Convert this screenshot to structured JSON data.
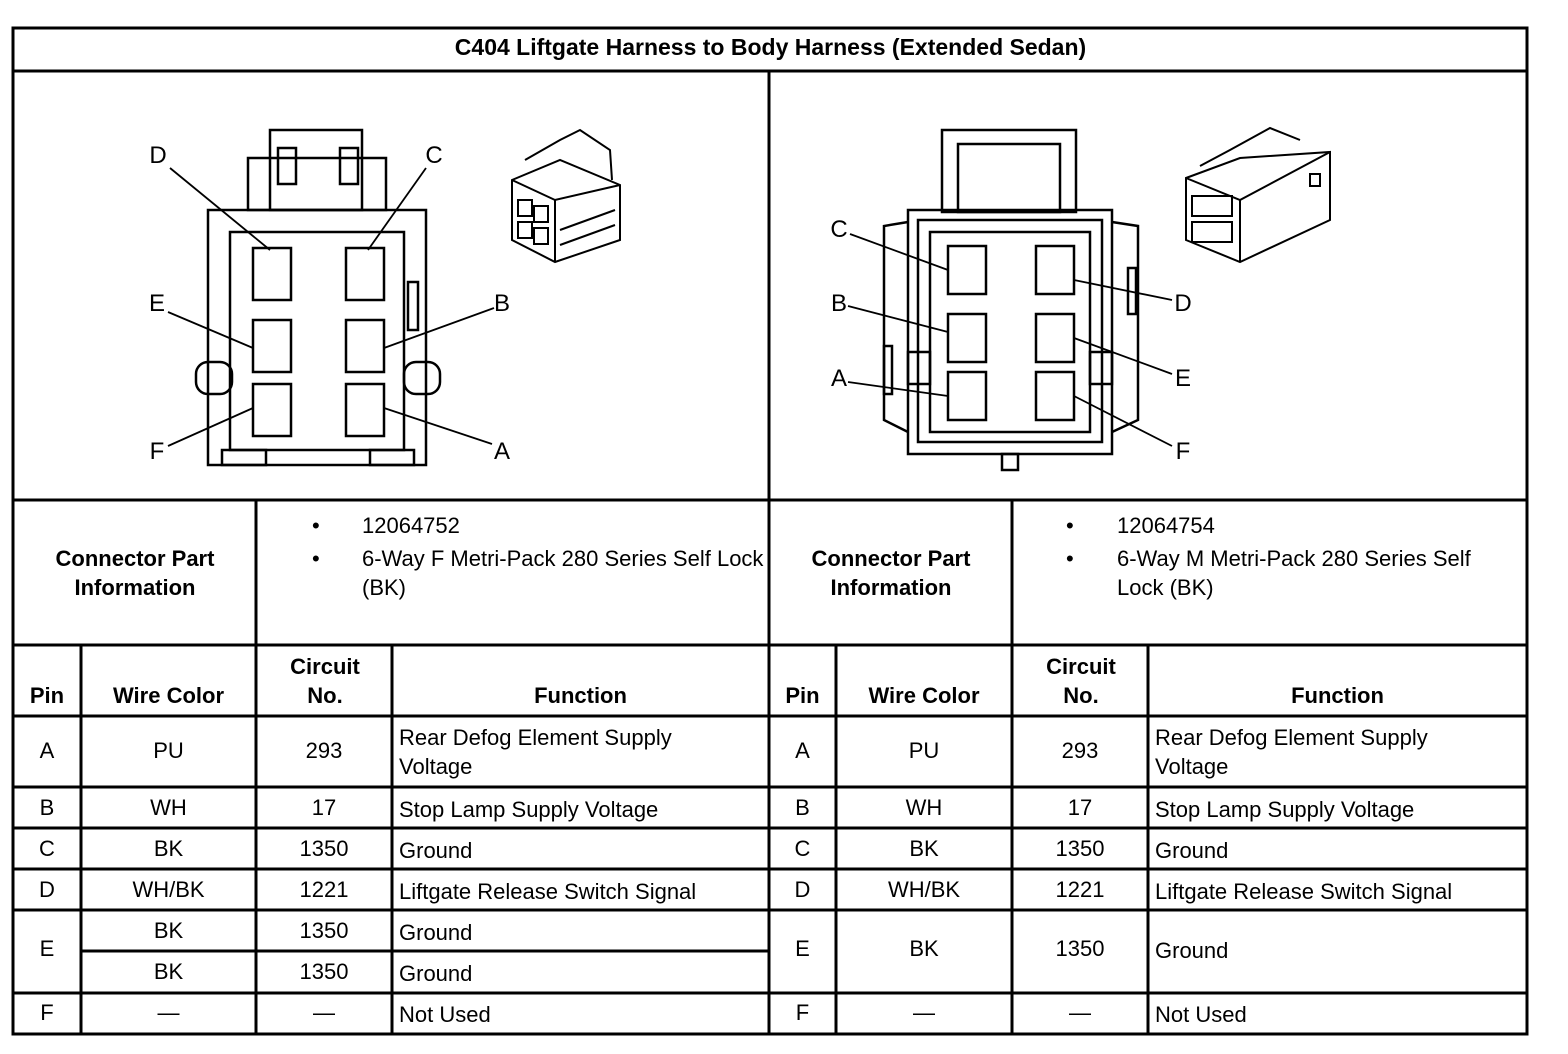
{
  "title": "C404 Liftgate Harness to Body Harness (Extended Sedan)",
  "left_connector": {
    "pin_labels": [
      "D",
      "C",
      "E",
      "B",
      "F",
      "A"
    ],
    "part_info_label": "Connector Part Information",
    "part_numbers": [
      "12064752",
      "6-Way F Metri-Pack 280 Series Self Lock (BK)"
    ],
    "headers": {
      "pin": "Pin",
      "wire_color": "Wire Color",
      "circuit": "Circuit No.",
      "function": "Function"
    },
    "rows": [
      {
        "pin": "A",
        "wire_color": "PU",
        "circuit": "293",
        "function": "Rear Defog Element Supply Voltage"
      },
      {
        "pin": "B",
        "wire_color": "WH",
        "circuit": "17",
        "function": "Stop Lamp Supply Voltage"
      },
      {
        "pin": "C",
        "wire_color": "BK",
        "circuit": "1350",
        "function": "Ground"
      },
      {
        "pin": "D",
        "wire_color": "WH/BK",
        "circuit": "1221",
        "function": "Liftgate Release Switch Signal"
      },
      {
        "pin": "E",
        "wire_color": "BK",
        "circuit": "1350",
        "function": "Ground"
      },
      {
        "pin": "",
        "wire_color": "BK",
        "circuit": "1350",
        "function": "Ground"
      },
      {
        "pin": "F",
        "wire_color": "—",
        "circuit": "—",
        "function": "Not Used"
      }
    ]
  },
  "right_connector": {
    "pin_labels": [
      "C",
      "B",
      "A",
      "D",
      "E",
      "F"
    ],
    "part_info_label": "Connector Part Information",
    "part_numbers": [
      "12064754",
      "6-Way M Metri-Pack 280 Series Self Lock (BK)"
    ],
    "headers": {
      "pin": "Pin",
      "wire_color": "Wire Color",
      "circuit": "Circuit No.",
      "function": "Function"
    },
    "rows": [
      {
        "pin": "A",
        "wire_color": "PU",
        "circuit": "293",
        "function": "Rear Defog Element Supply Voltage"
      },
      {
        "pin": "B",
        "wire_color": "WH",
        "circuit": "17",
        "function": "Stop Lamp Supply Voltage"
      },
      {
        "pin": "C",
        "wire_color": "BK",
        "circuit": "1350",
        "function": "Ground"
      },
      {
        "pin": "D",
        "wire_color": "WH/BK",
        "circuit": "1221",
        "function": "Liftgate Release Switch Signal"
      },
      {
        "pin": "E",
        "wire_color": "BK",
        "circuit": "1350",
        "function": "Ground"
      },
      {
        "pin": "F",
        "wire_color": "—",
        "circuit": "—",
        "function": "Not Used"
      }
    ]
  }
}
